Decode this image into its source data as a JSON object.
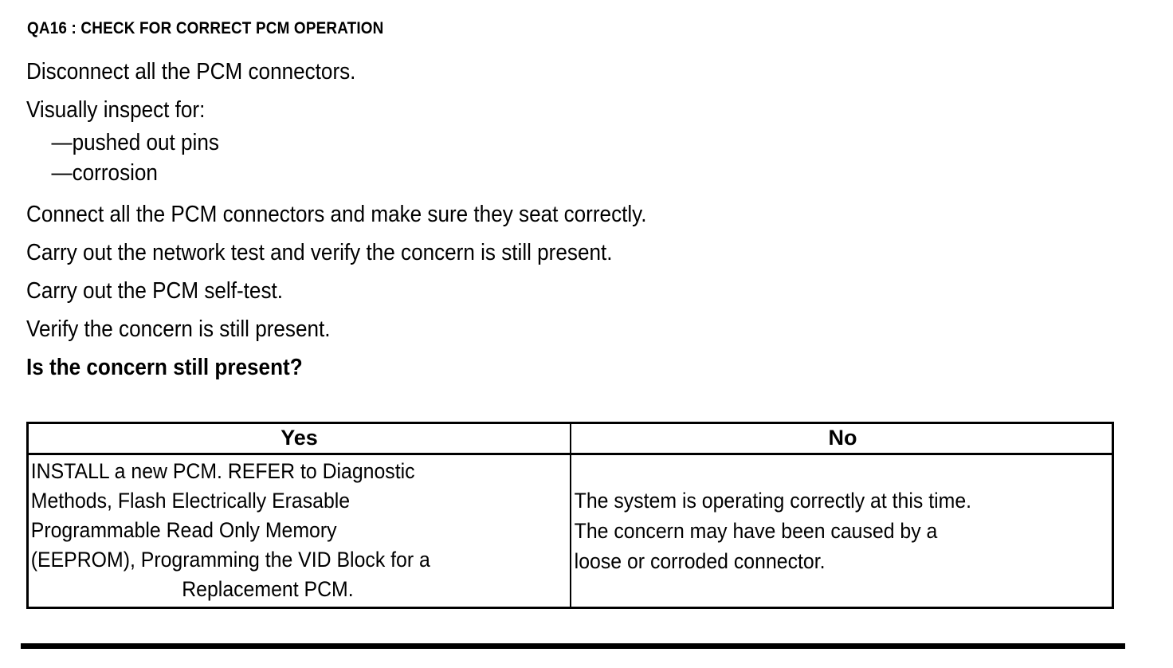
{
  "document": {
    "title": "QA16 : CHECK FOR CORRECT PCM OPERATION",
    "steps": [
      {
        "text": "Disconnect all the PCM connectors.",
        "style": "normal"
      },
      {
        "text": "Visually inspect for:",
        "style": "normal"
      },
      {
        "text": "—pushed out pins",
        "style": "bullet"
      },
      {
        "text": "—corrosion",
        "style": "bullet"
      },
      {
        "text": "Connect all the PCM connectors and make sure they seat correctly.",
        "style": "normal"
      },
      {
        "text": "Carry out the network test and verify the concern is still present.",
        "style": "normal"
      },
      {
        "text": "Carry out the PCM self-test.",
        "style": "normal"
      },
      {
        "text": "Verify the concern is still present.",
        "style": "normal"
      },
      {
        "text": "Is the concern still present?",
        "style": "bold"
      }
    ]
  },
  "result_table": {
    "headers": {
      "yes": "Yes",
      "no": "No"
    },
    "yes_cell": {
      "lines": [
        "INSTALL a new PCM. REFER to Diagnostic",
        "Methods,  Flash Electrically Erasable",
        "Programmable Read Only Memory",
        "(EEPROM), Programming the VID Block for a"
      ],
      "centered_line": "Replacement PCM."
    },
    "no_cell": {
      "lines": [
        "The system is operating correctly at this time.",
        "The concern may have been caused by a",
        "loose or corroded connector."
      ]
    }
  },
  "colors": {
    "ink": "#000000",
    "paper": "#ffffff"
  }
}
